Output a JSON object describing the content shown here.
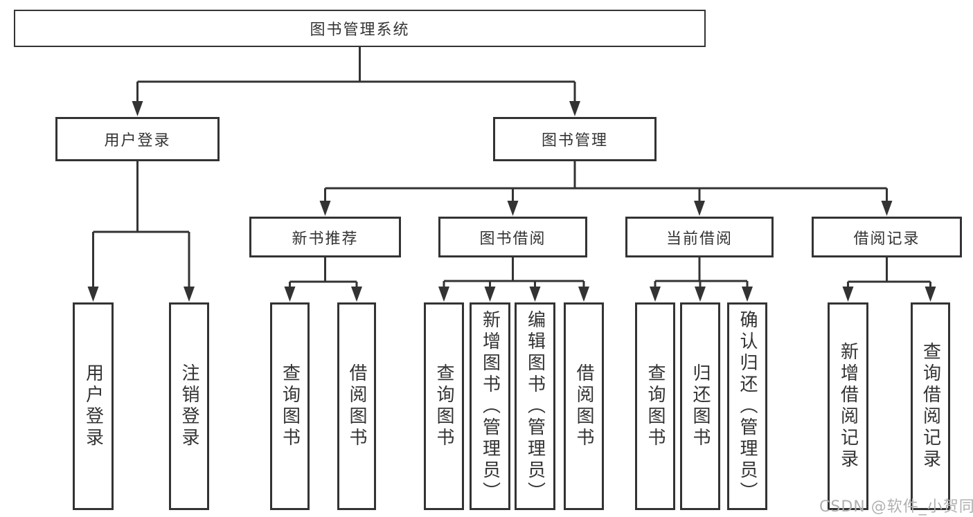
{
  "tree": {
    "label": "图书管理系统",
    "children": [
      {
        "label": "用户登录",
        "children": [
          {
            "label": "用户登录"
          },
          {
            "label": "注销登录"
          }
        ]
      },
      {
        "label": "图书管理",
        "children": [
          {
            "label": "新书推荐",
            "children": [
              {
                "label": "查询图书"
              },
              {
                "label": "借阅图书"
              }
            ]
          },
          {
            "label": "图书借阅",
            "children": [
              {
                "label": "查询图书"
              },
              {
                "label": "新增图书（管理员）"
              },
              {
                "label": "编辑图书（管理员）"
              },
              {
                "label": "借阅图书"
              }
            ]
          },
          {
            "label": "当前借阅",
            "children": [
              {
                "label": "查询图书"
              },
              {
                "label": "归还图书"
              },
              {
                "label": "确认归还（管理员）"
              }
            ]
          },
          {
            "label": "借阅记录",
            "children": [
              {
                "label": "新增借阅记录"
              },
              {
                "label": "查询借阅记录"
              }
            ]
          }
        ]
      }
    ]
  },
  "watermark": {
    "text": "CSDN @软件_小贺同学"
  },
  "colors": {
    "line": "#333333",
    "text": "#333333",
    "background": "#ffffff",
    "watermark": "#b0b0b0"
  }
}
